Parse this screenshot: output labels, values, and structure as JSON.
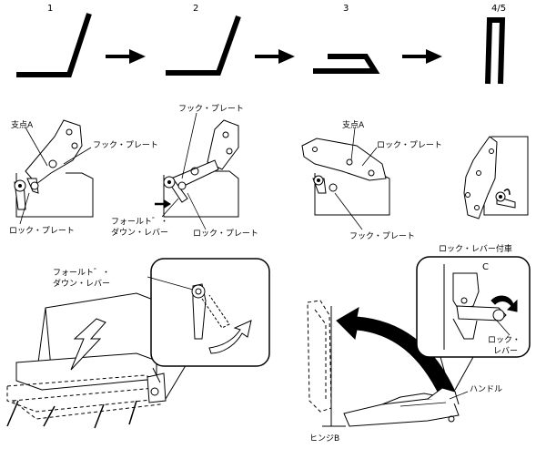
{
  "steps": {
    "step1": "1",
    "step2": "2",
    "step3": "3",
    "step45": "4/5"
  },
  "labels": {
    "pivot_a_1": "支点A",
    "hook_plate_1": "フック・プレート",
    "lock_plate_1": "ロック・プレート",
    "hook_plate_2": "フック・プレート",
    "fold_down_lever_2_line1": "フォールト゛・",
    "fold_down_lever_2_line2": "ダウン・レバー",
    "lock_plate_2": "ロック・プレート",
    "pivot_a_3": "支点A",
    "lock_plate_3": "ロック・プレート",
    "hook_plate_3": "フック・プレート",
    "fold_down_lever_4_line1": "フォールト゛・",
    "fold_down_lever_4_line2": "ダウン・レバー",
    "lock_lever_mount": "ロック・レバー付車",
    "lock_lever_line1": "ロック・",
    "lock_lever_line2": "レバー",
    "handle": "ハンドル",
    "hinge_b": "ヒンジB"
  }
}
